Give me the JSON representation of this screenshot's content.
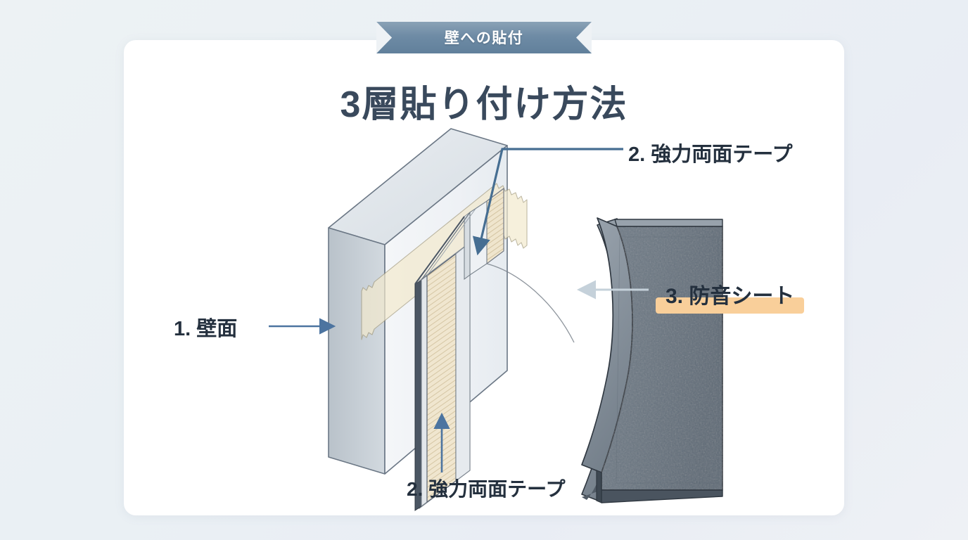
{
  "banner": {
    "text": "壁への貼付",
    "fill_color": "#6e8ba5",
    "text_color": "#ffffff"
  },
  "title": {
    "text": "3層貼り付け方法",
    "color": "#39495c"
  },
  "background": {
    "page_color": "#eaf0f4",
    "card_color": "#ffffff"
  },
  "callouts": [
    {
      "id": "wall",
      "text": "1. 壁面",
      "number": "1",
      "name": "壁面",
      "arrow": "right",
      "arrow_color": "#5b7fa3",
      "highlighted": false
    },
    {
      "id": "tape-top",
      "text": "2. 強力両面テープ",
      "number": "2",
      "name": "強力両面テープ",
      "arrow": "elbow-down-left",
      "arrow_color": "#4e7296",
      "highlighted": false
    },
    {
      "id": "tape-bottom",
      "text": "2. 強力両面テープ",
      "number": "2",
      "name": "強力両面テープ",
      "arrow": "up",
      "arrow_color": "#4d76a3",
      "highlighted": false
    },
    {
      "id": "sheet",
      "text": "3. 防音シート",
      "number": "3",
      "name": "防音シート",
      "arrow": "left",
      "arrow_color": "#c9d4dd",
      "highlighted": true,
      "highlight_color": "#f9cf9a"
    }
  ],
  "layers": [
    {
      "id": "wall-panel",
      "label": "壁面",
      "order": 1,
      "face_color": "#eef1f4",
      "side_color": "#c3cbd2",
      "top_color": "#e4e9ed",
      "outline_color": "#6b7785"
    },
    {
      "id": "tape-strip-on-wall",
      "label": "強力両面テープ",
      "order": 2,
      "face_color": "#f6ecd0",
      "outline_color": "#9a9070",
      "opacity": 0.78
    },
    {
      "id": "tape-panel",
      "label": "強力両面テープ",
      "order": 2,
      "face_color": "#f0e3c6",
      "side_color": "#dfdcd4",
      "hatch_color": "#cbbd9b",
      "outline_color": "#4c5663"
    },
    {
      "id": "soundproof-sheet",
      "label": "防音シート",
      "order": 3,
      "face_color": "#6f7b86",
      "side_color": "#4a545f",
      "top_color": "#8e98a2",
      "outline_color": "#2f3740"
    }
  ]
}
